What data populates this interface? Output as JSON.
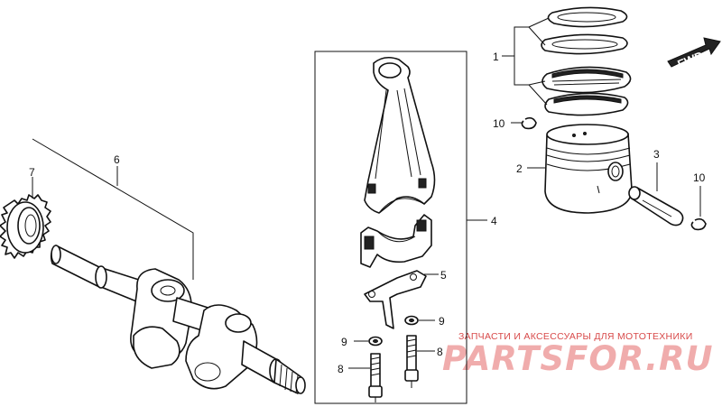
{
  "callouts": {
    "piston_rings": "1",
    "piston": "2",
    "piston_pin": "3",
    "connecting_rod": "4",
    "oil_dipper": "5",
    "crankshaft": "6",
    "timing_gear": "7",
    "rod_bolt_left": "8",
    "rod_bolt_right": "8",
    "lock_washer_left": "9",
    "lock_washer_right": "9",
    "pin_clip_left": "10",
    "pin_clip_right": "10"
  },
  "direction_marker": {
    "label": "FWD"
  },
  "watermark": {
    "tagline": "ЗАПЧАСТИ И АКСЕССУАРЫ ДЛЯ МОТОТЕХНИКИ",
    "site": "PARTSFOR.RU"
  },
  "colors": {
    "line": "#111111",
    "watermark": "#e56a6a",
    "background": "#ffffff"
  }
}
